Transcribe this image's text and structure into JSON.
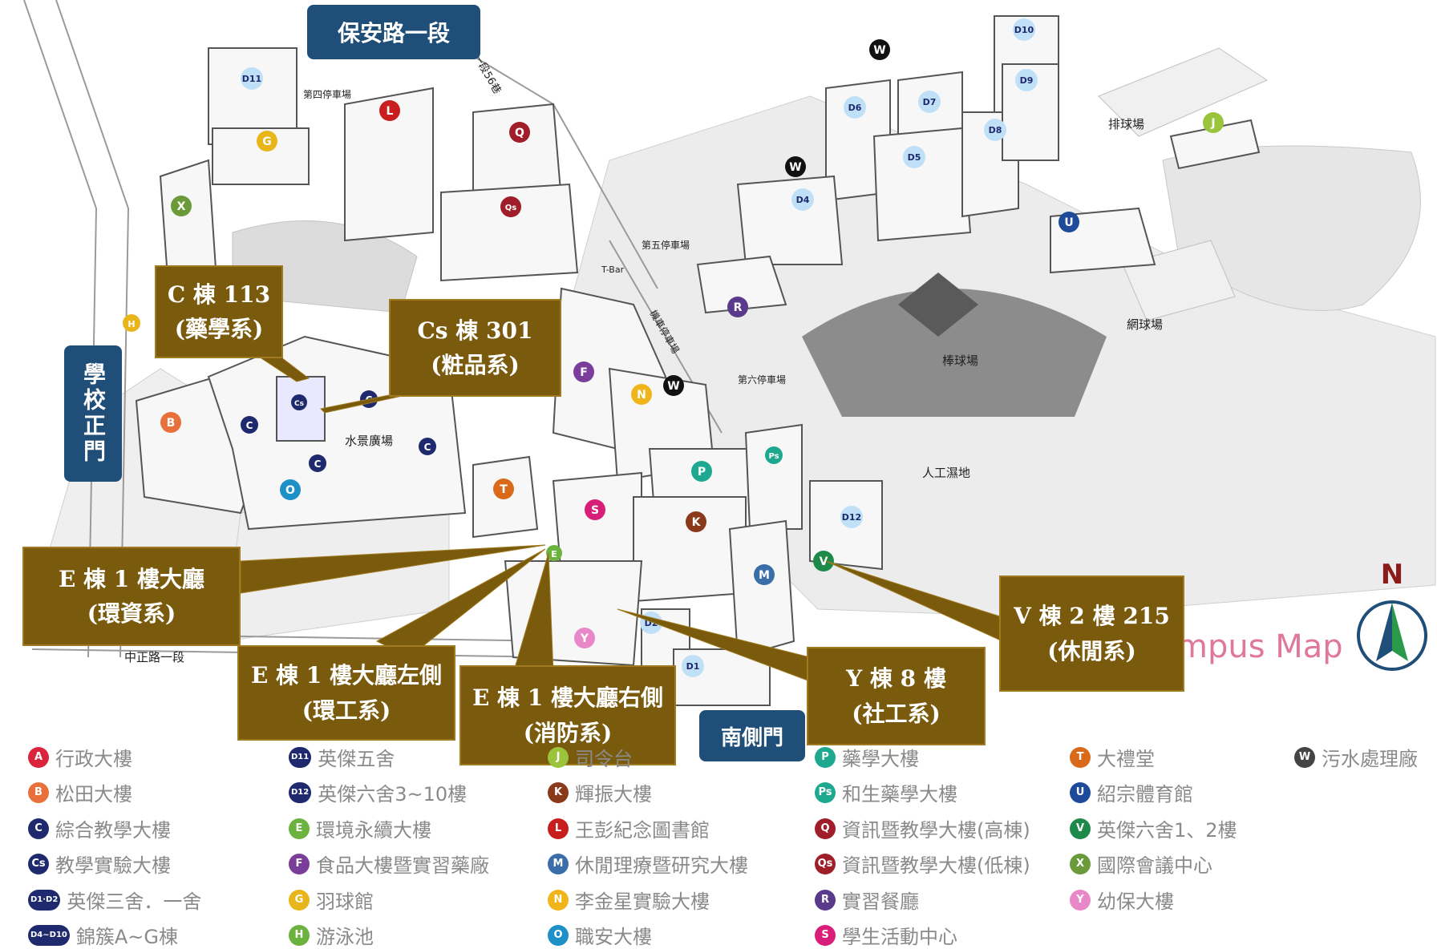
{
  "map": {
    "campus_map_text": "mpus Map",
    "north_label": "N",
    "road_labels": {
      "baoan_road": "保安路一段",
      "zhongzheng_road": "中正路一段",
      "lane56": "一段56巷"
    },
    "gates": {
      "main_gate": "學校正門",
      "south_gate": "南側門"
    },
    "places": {
      "water_plaza": "水景廣場",
      "baseball": "棒球場",
      "turf": "人工濕地",
      "volleyball": "排球場",
      "tennis": "網球場",
      "parking4": "第四停車場",
      "parking5": "第五停車場",
      "parking6": "第六停車場",
      "bike": "機車停車場",
      "tbar": "T-Bar"
    },
    "colors": {
      "callout_bg": "#7a5a0c",
      "gate_bg": "#1f4e79",
      "ground": "#e8e8e8",
      "dark_field": "#8c8c8c"
    }
  },
  "callouts": {
    "c113": {
      "line1": "C 棟 113",
      "line2": "(藥學系)"
    },
    "cs301": {
      "line1": "Cs 棟 301",
      "line2": "(粧品系)"
    },
    "e1_lobby": {
      "line1": "E 棟 1 樓大廳",
      "line2": "(環資系)"
    },
    "e1_left": {
      "line1": "E 棟 1 樓大廳左側",
      "line2": "(環工系)"
    },
    "e1_right": {
      "line1": "E 棟 1 樓大廳右側",
      "line2": "(消防系)"
    },
    "y8": {
      "line1": "Y 棟 8 樓",
      "line2": "(社工系)"
    },
    "v215": {
      "line1": "V 棟 2 樓 215",
      "line2": "(休閒系)"
    }
  },
  "legend": [
    {
      "badge": "A",
      "color": "#d9243c",
      "label": "行政大樓"
    },
    {
      "badge": "B",
      "color": "#e8703a",
      "label": "松田大樓"
    },
    {
      "badge": "C",
      "color": "#1f2a6e",
      "label": "綜合教學大樓"
    },
    {
      "badge": "Cs",
      "color": "#1f2a6e",
      "label": "教學實驗大樓"
    },
    {
      "badge": "D1·D2",
      "color": "#1f2a6e",
      "label": "英傑三舍．一舍"
    },
    {
      "badge": "D4~D10",
      "color": "#1f2a6e",
      "label": "錦簇A~G棟"
    },
    {
      "badge": "D11",
      "color": "#1f2a6e",
      "label": "英傑五舍"
    },
    {
      "badge": "D12",
      "color": "#1f2a6e",
      "label": "英傑六舍3~10樓"
    },
    {
      "badge": "E",
      "color": "#6bb33e",
      "label": "環境永續大樓"
    },
    {
      "badge": "F",
      "color": "#7a3e9a",
      "label": "食品大樓暨實習藥廠"
    },
    {
      "badge": "G",
      "color": "#e8b51a",
      "label": "羽球館"
    },
    {
      "badge": "H",
      "color": "#6bb33e",
      "label": "游泳池"
    },
    {
      "badge": "J",
      "color": "#9ac43c",
      "label": "司令台"
    },
    {
      "badge": "K",
      "color": "#8a3a1a",
      "label": "輝振大樓"
    },
    {
      "badge": "L",
      "color": "#c81e1e",
      "label": "王彭紀念圖書館"
    },
    {
      "badge": "M",
      "color": "#3a6ea8",
      "label": "休閒理療暨研究大樓"
    },
    {
      "badge": "N",
      "color": "#f0b51a",
      "label": "李金星實驗大樓"
    },
    {
      "badge": "O",
      "color": "#1e90c8",
      "label": "職安大樓"
    },
    {
      "badge": "P",
      "color": "#1ea890",
      "label": "藥學大樓"
    },
    {
      "badge": "Ps",
      "color": "#1ea890",
      "label": "和生藥學大樓"
    },
    {
      "badge": "Q",
      "color": "#a01e2a",
      "label": "資訊暨教學大樓(高棟)"
    },
    {
      "badge": "Qs",
      "color": "#a01e2a",
      "label": "資訊暨教學大樓(低棟)"
    },
    {
      "badge": "R",
      "color": "#5a3a8a",
      "label": "實習餐廳"
    },
    {
      "badge": "S",
      "color": "#d81e78",
      "label": "學生活動中心"
    },
    {
      "badge": "T",
      "color": "#d86a1a",
      "label": "大禮堂"
    },
    {
      "badge": "U",
      "color": "#1e4a9a",
      "label": "紹宗體育館"
    },
    {
      "badge": "V",
      "color": "#1e8a4a",
      "label": "英傑六舍1、2樓"
    },
    {
      "badge": "X",
      "color": "#6a9a3a",
      "label": "國際會議中心"
    },
    {
      "badge": "Y",
      "color": "#e888c8",
      "label": "幼保大樓"
    },
    {
      "badge": "W",
      "color": "#444444",
      "label": "污水處理廠"
    }
  ]
}
